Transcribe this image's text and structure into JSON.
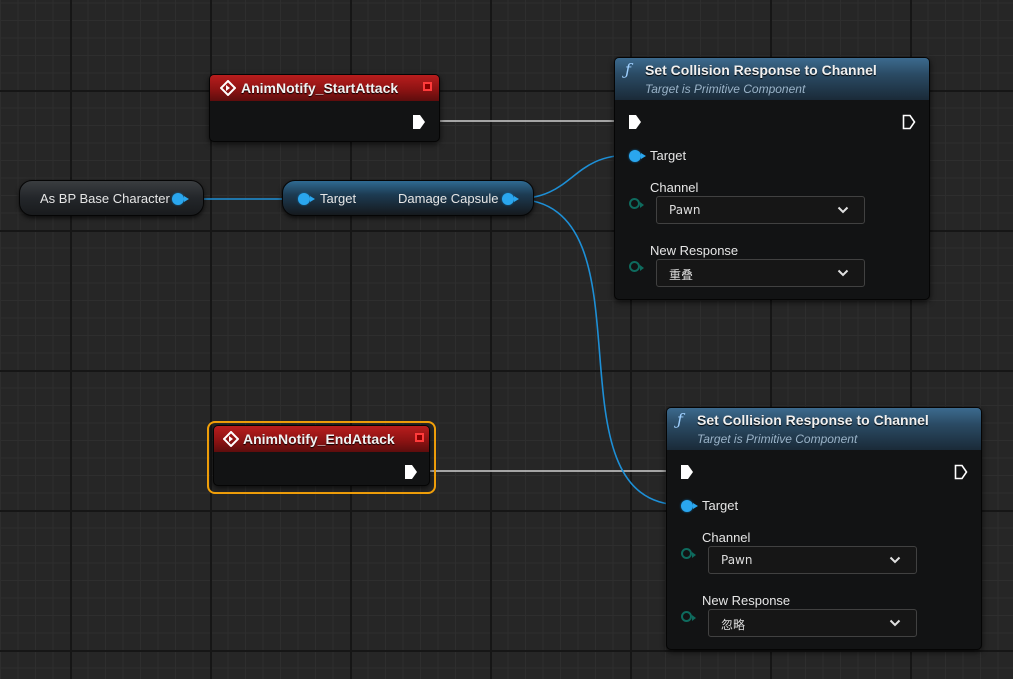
{
  "graph": {
    "start_event": {
      "title": "AnimNotify_StartAttack"
    },
    "end_event": {
      "title": "AnimNotify_EndAttack"
    },
    "cast_node": {
      "label": "As BP Base Character"
    },
    "get_node": {
      "input_label": "Target",
      "output_label": "Damage Capsule"
    },
    "func_node_1": {
      "title": "Set Collision Response to Channel",
      "subtitle": "Target is Primitive Component",
      "target_label": "Target",
      "channel_label": "Channel",
      "channel_value": "Pawn",
      "response_label": "New Response",
      "response_value": "重叠"
    },
    "func_node_2": {
      "title": "Set Collision Response to Channel",
      "subtitle": "Target is Primitive Component",
      "target_label": "Target",
      "channel_label": "Channel",
      "channel_value": "Pawn",
      "response_label": "New Response",
      "response_value": "忽略"
    }
  },
  "icons": {
    "function_glyph": "ƒ",
    "event": "event-diamond-icon",
    "exec": "exec-pin-icon",
    "dropdown": "chevron-down-icon"
  },
  "colors": {
    "event_header": "#8e1313",
    "function_header": "#2a4a63",
    "object_pin": "#2aa6ee",
    "enum_pin": "#0e6b5e",
    "exec_wire": "#ffffff",
    "selection": "#f3a10a",
    "delegate_pin": "#ff3b3b"
  }
}
